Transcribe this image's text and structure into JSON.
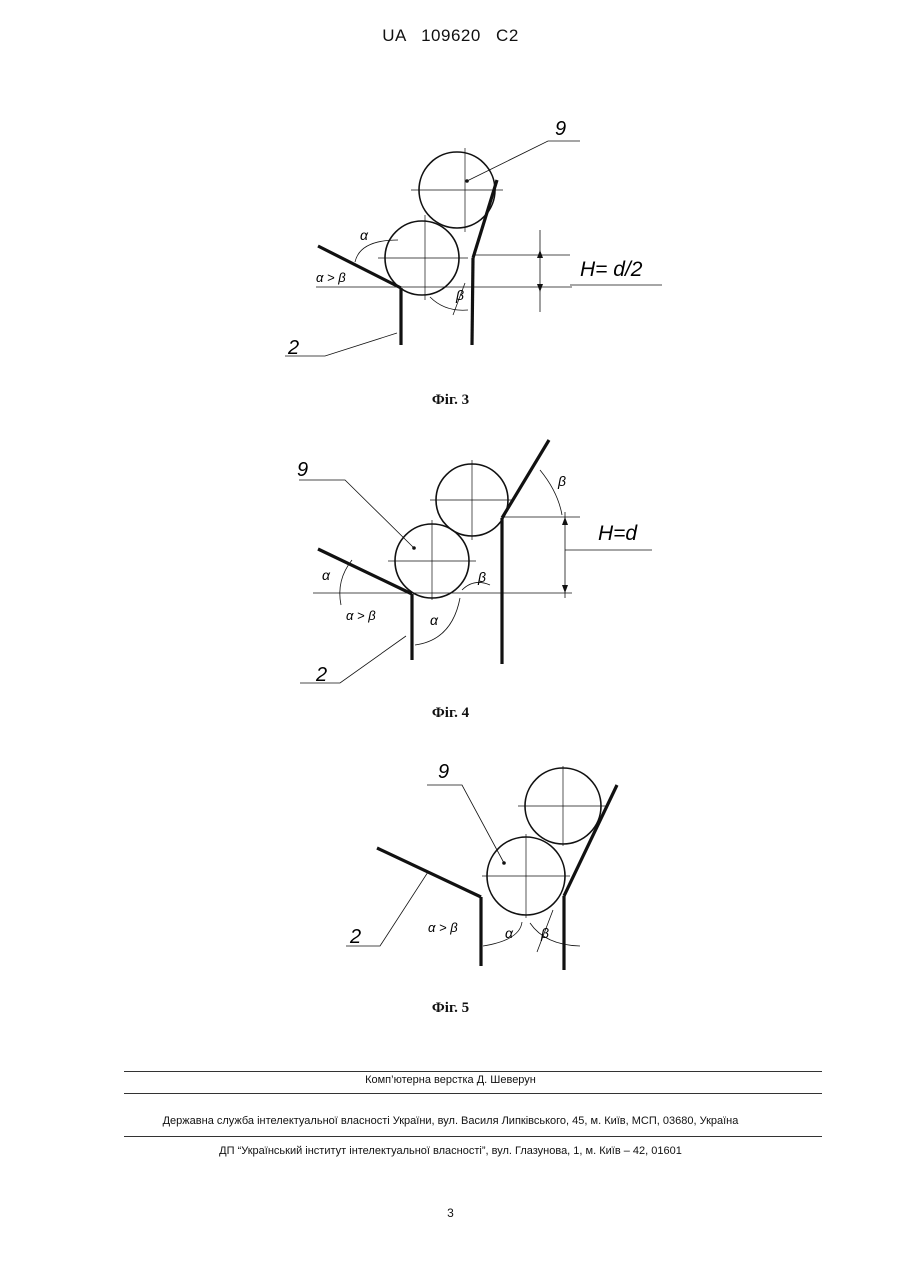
{
  "header": {
    "patent_number": "UA 109620 C2"
  },
  "figures": [
    {
      "caption": "Фіг. 3",
      "labels": {
        "ref9": "9",
        "ref2": "2",
        "alpha": "α",
        "beta": "β",
        "alpha_gt_beta": "α > β",
        "height": "H= d/2"
      }
    },
    {
      "caption": "Фіг. 4",
      "labels": {
        "ref9": "9",
        "ref2": "2",
        "alpha": "α",
        "alpha2": "α",
        "beta": "β",
        "beta2": "β",
        "alpha_gt_beta": "α > β",
        "height": "H=d"
      }
    },
    {
      "caption": "Фіг. 5",
      "labels": {
        "ref9": "9",
        "ref2": "2",
        "alpha": "α",
        "beta": "β",
        "alpha_gt_beta": "α > β"
      }
    }
  ],
  "footer": {
    "layout_credit": "Комп’ютерна верстка Д. Шеверун",
    "agency": "Державна служба інтелектуальної власності України, вул. Василя Липківського, 45, м. Київ, МСП, 03680, Україна",
    "institute": "ДП “Український інститут інтелектуальної власності”, вул. Глазунова, 1, м. Київ – 42, 01601"
  },
  "page_number": "3"
}
